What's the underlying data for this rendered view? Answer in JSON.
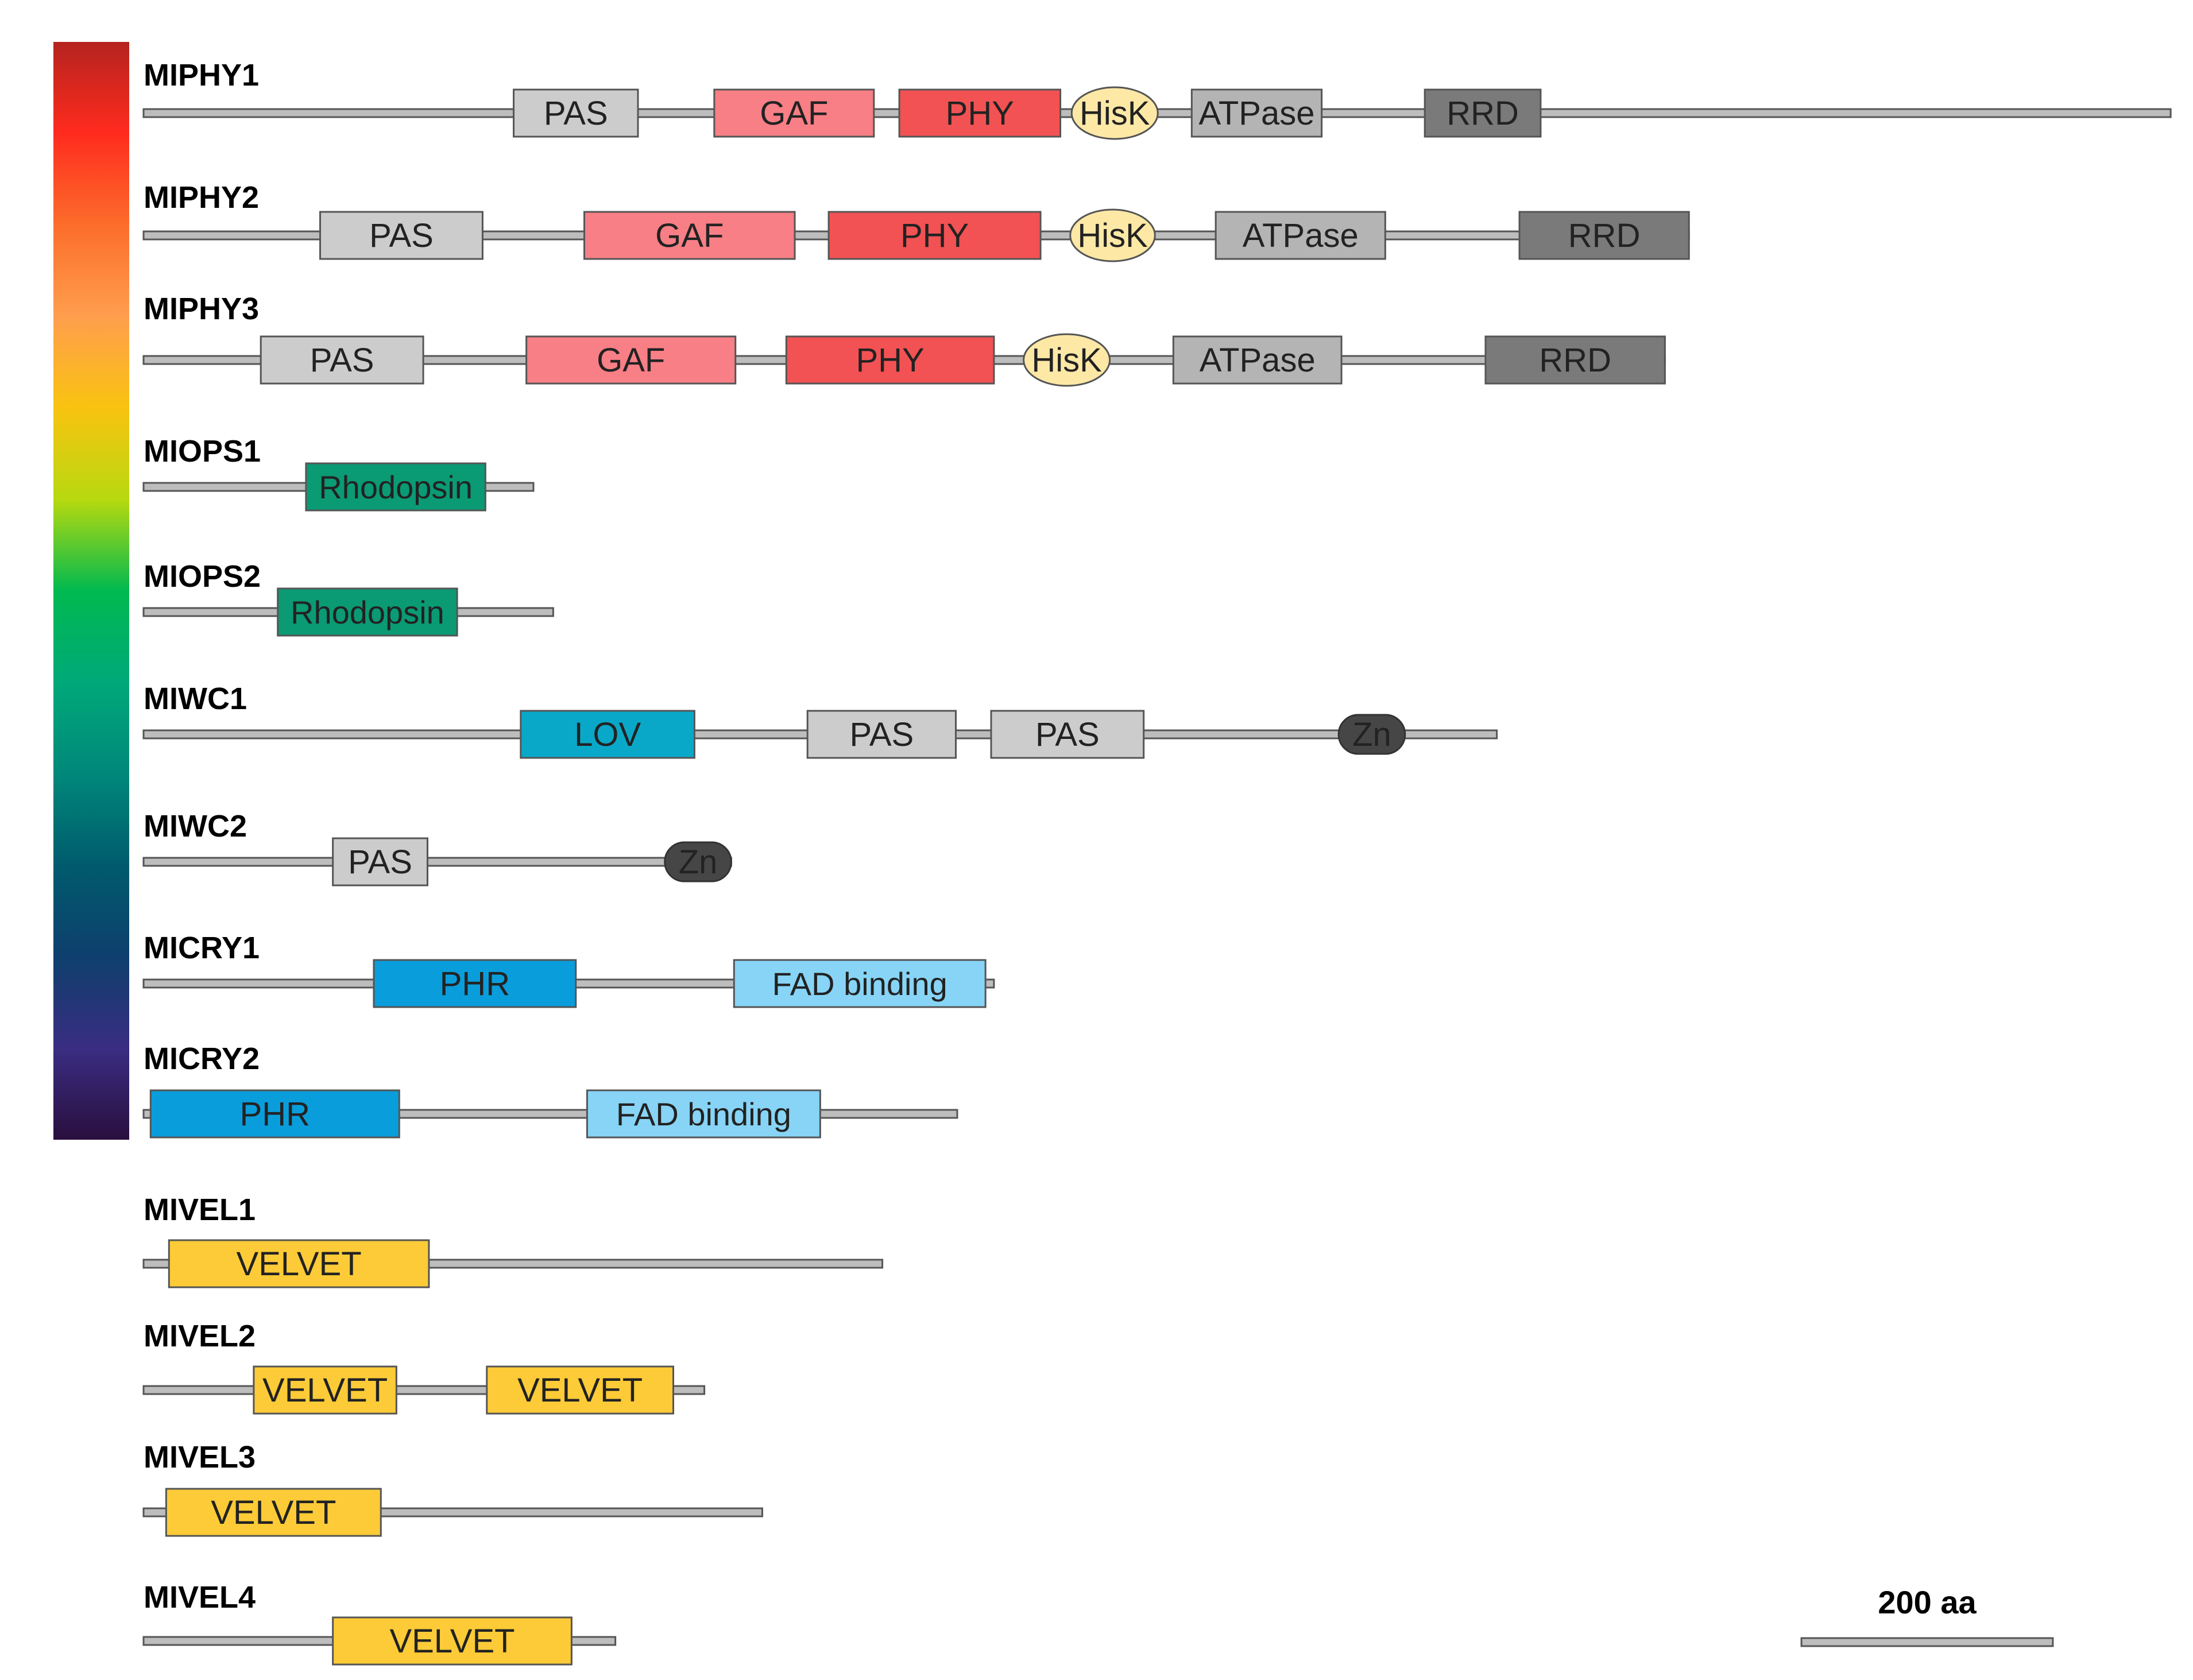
{
  "diagram": {
    "type": "protein-domain-architecture",
    "proteins": [
      {
        "name": "MIPHY1",
        "length": 1435,
        "domains": [
          {
            "label": "PAS",
            "kind": "PAS",
            "start": 262,
            "end": 350
          },
          {
            "label": "GAF",
            "kind": "GAF",
            "start": 404,
            "end": 517
          },
          {
            "label": "PHY",
            "kind": "PHY",
            "start": 535,
            "end": 649
          },
          {
            "label": "HisK",
            "kind": "HisK",
            "start": 657,
            "end": 718
          },
          {
            "label": "ATPase",
            "kind": "ATPase",
            "start": 742,
            "end": 834
          },
          {
            "label": "RRD",
            "kind": "RRD",
            "start": 907,
            "end": 989
          }
        ]
      },
      {
        "name": "MIPHY2",
        "length": 1094,
        "domains": [
          {
            "label": "PAS",
            "kind": "PAS",
            "start": 125,
            "end": 240
          },
          {
            "label": "GAF",
            "kind": "GAF",
            "start": 312,
            "end": 461
          },
          {
            "label": "PHY",
            "kind": "PHY",
            "start": 485,
            "end": 635
          },
          {
            "label": "HisK",
            "kind": "HisK",
            "start": 656,
            "end": 716
          },
          {
            "label": "ATPase",
            "kind": "ATPase",
            "start": 759,
            "end": 879
          },
          {
            "label": "RRD",
            "kind": "RRD",
            "start": 974,
            "end": 1094
          }
        ]
      },
      {
        "name": "MIPHY3",
        "length": 1077,
        "domains": [
          {
            "label": "PAS",
            "kind": "PAS",
            "start": 83,
            "end": 198
          },
          {
            "label": "GAF",
            "kind": "GAF",
            "start": 271,
            "end": 419
          },
          {
            "label": "PHY",
            "kind": "PHY",
            "start": 455,
            "end": 602
          },
          {
            "label": "HisK",
            "kind": "HisK",
            "start": 623,
            "end": 684
          },
          {
            "label": "ATPase",
            "kind": "ATPase",
            "start": 729,
            "end": 848
          },
          {
            "label": "RRD",
            "kind": "RRD",
            "start": 950,
            "end": 1077
          }
        ]
      },
      {
        "name": "MIOPS1",
        "length": 276,
        "domains": [
          {
            "label": "Rhodopsin",
            "kind": "Rhodopsin",
            "start": 115,
            "end": 242
          }
        ]
      },
      {
        "name": "MIOPS2",
        "length": 290,
        "domains": [
          {
            "label": "Rhodopsin",
            "kind": "Rhodopsin",
            "start": 95,
            "end": 222
          }
        ]
      },
      {
        "name": "MIWC1",
        "length": 958,
        "domains": [
          {
            "label": "LOV",
            "kind": "LOV",
            "start": 267,
            "end": 390
          },
          {
            "label": "PAS",
            "kind": "PAS",
            "start": 470,
            "end": 575
          },
          {
            "label": "PAS",
            "kind": "PAS",
            "start": 600,
            "end": 708
          },
          {
            "label": "Zn",
            "kind": "Zn",
            "start": 846,
            "end": 893
          }
        ]
      },
      {
        "name": "MIWC2",
        "length": 416,
        "domains": [
          {
            "label": "PAS",
            "kind": "PAS",
            "start": 134,
            "end": 201
          },
          {
            "label": "Zn",
            "kind": "Zn",
            "start": 369,
            "end": 416
          }
        ]
      },
      {
        "name": "MICRY1",
        "length": 602,
        "domains": [
          {
            "label": "PHR",
            "kind": "PHR",
            "start": 163,
            "end": 306
          },
          {
            "label": "FAD binding",
            "kind": "FAD",
            "start": 418,
            "end": 596
          }
        ]
      },
      {
        "name": "MICRY2",
        "length": 576,
        "domains": [
          {
            "label": "PHR",
            "kind": "PHR",
            "start": 5,
            "end": 181
          },
          {
            "label": "FAD binding",
            "kind": "FAD",
            "start": 314,
            "end": 479
          }
        ]
      },
      {
        "name": "MIVEL1",
        "length": 523,
        "domains": [
          {
            "label": "VELVET",
            "kind": "VELVET",
            "start": 18,
            "end": 202
          }
        ]
      },
      {
        "name": "MIVEL2",
        "length": 397,
        "domains": [
          {
            "label": "VELVET",
            "kind": "VELVET",
            "start": 78,
            "end": 179
          },
          {
            "label": "VELVET",
            "kind": "VELVET",
            "start": 243,
            "end": 375
          }
        ]
      },
      {
        "name": "MIVEL3",
        "length": 438,
        "domains": [
          {
            "label": "VELVET",
            "kind": "VELVET",
            "start": 16,
            "end": 168
          }
        ]
      },
      {
        "name": "MIVEL4",
        "length": 334,
        "domains": [
          {
            "label": "VELVET",
            "kind": "VELVET",
            "start": 134,
            "end": 303
          }
        ]
      }
    ],
    "scale_bar": {
      "label": "200 aa",
      "length_aa": 178
    }
  },
  "colors": {
    "PAS": "#cccccc",
    "GAF": "#f77f85",
    "PHY": "#f25253",
    "HisK": "#fde8a6",
    "ATPase": "#b4b4b4",
    "RRD": "#7a7a7a",
    "Rhodopsin": "#0a9a74",
    "LOV": "#0aa8c8",
    "Zn": "#464646",
    "PHR": "#0a9ddb",
    "FAD": "#87d4f6",
    "VELVET": "#fccb37",
    "backbone": "#bdbdbd",
    "outline": "#555555",
    "text_light": "#ffffff",
    "text_dark": "#222222",
    "spectrum": [
      "#b5231f",
      "#ff2b1e",
      "#fc6d2b",
      "#ff9e4e",
      "#f9c310",
      "#b7d90f",
      "#00b94f",
      "#00a979",
      "#00887a",
      "#005b6d",
      "#0e3f6d",
      "#3a2d82",
      "#2a0f3e"
    ]
  }
}
